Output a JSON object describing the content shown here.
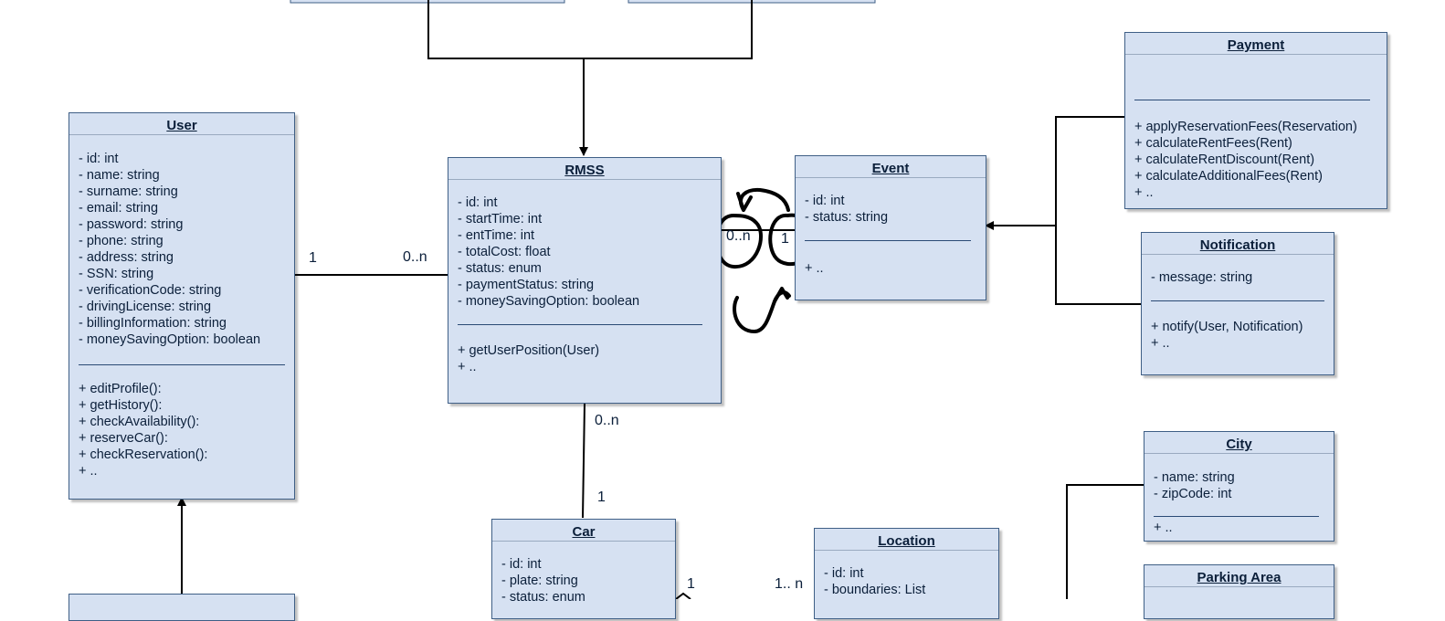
{
  "classes": {
    "user": {
      "name": "User",
      "attributes": [
        "- id: int",
        "- name: string",
        "- surname: string",
        "- email: string",
        "- password: string",
        "- phone: string",
        "- address: string",
        "- SSN: string",
        "- verificationCode: string",
        "- drivingLicense: string",
        "- billingInformation: string",
        "- moneySavingOption: boolean"
      ],
      "methods": [
        "+ editProfile():",
        "+ getHistory():",
        "+ checkAvailability():",
        "+ reserveCar():",
        "+ checkReservation():",
        "+ .."
      ]
    },
    "rmss": {
      "name": "RMSS",
      "attributes": [
        "- id: int",
        "- startTime: int",
        "- entTime: int",
        "- totalCost: float",
        "- status: enum",
        "- paymentStatus: string",
        "- moneySavingOption: boolean"
      ],
      "methods": [
        "+ getUserPosition(User)",
        "+ .."
      ]
    },
    "event": {
      "name": "Event",
      "attributes": [
        "- id: int",
        "- status: string"
      ],
      "methods": [
        "+ .."
      ]
    },
    "payment": {
      "name": "Payment",
      "attributes": [],
      "methods": [
        "+ applyReservationFees(Reservation)",
        "+ calculateRentFees(Rent)",
        "+ calculateRentDiscount(Rent)",
        "+ calculateAdditionalFees(Rent)",
        "+ .."
      ]
    },
    "notification": {
      "name": "Notification",
      "attributes": [
        "- message: string"
      ],
      "methods": [
        "+ notify(User, Notification)",
        "+ .."
      ]
    },
    "city": {
      "name": "City",
      "attributes": [
        "- name: string",
        "- zipCode: int"
      ],
      "methods": [
        "+ .."
      ]
    },
    "car": {
      "name": "Car",
      "attributes": [
        "- id: int",
        "- plate: string",
        "- status: enum"
      ]
    },
    "location": {
      "name": "Location",
      "attributes": [
        "- id: int",
        "- boundaries: List"
      ]
    },
    "parking_area": {
      "name": "Parking Area"
    }
  },
  "multiplicities": {
    "user_rmss_user": "1",
    "user_rmss_rmss": "0..n",
    "rmss_event_rmss": "0..n",
    "rmss_event_event": "1",
    "rmss_car_rmss": "0..n",
    "rmss_car_car": "1",
    "car_location_car": "1",
    "car_location_location": "1.. n"
  },
  "colors": {
    "class_fill": "#d6e1f2",
    "class_border": "#3f5f86",
    "line": "#000000"
  }
}
